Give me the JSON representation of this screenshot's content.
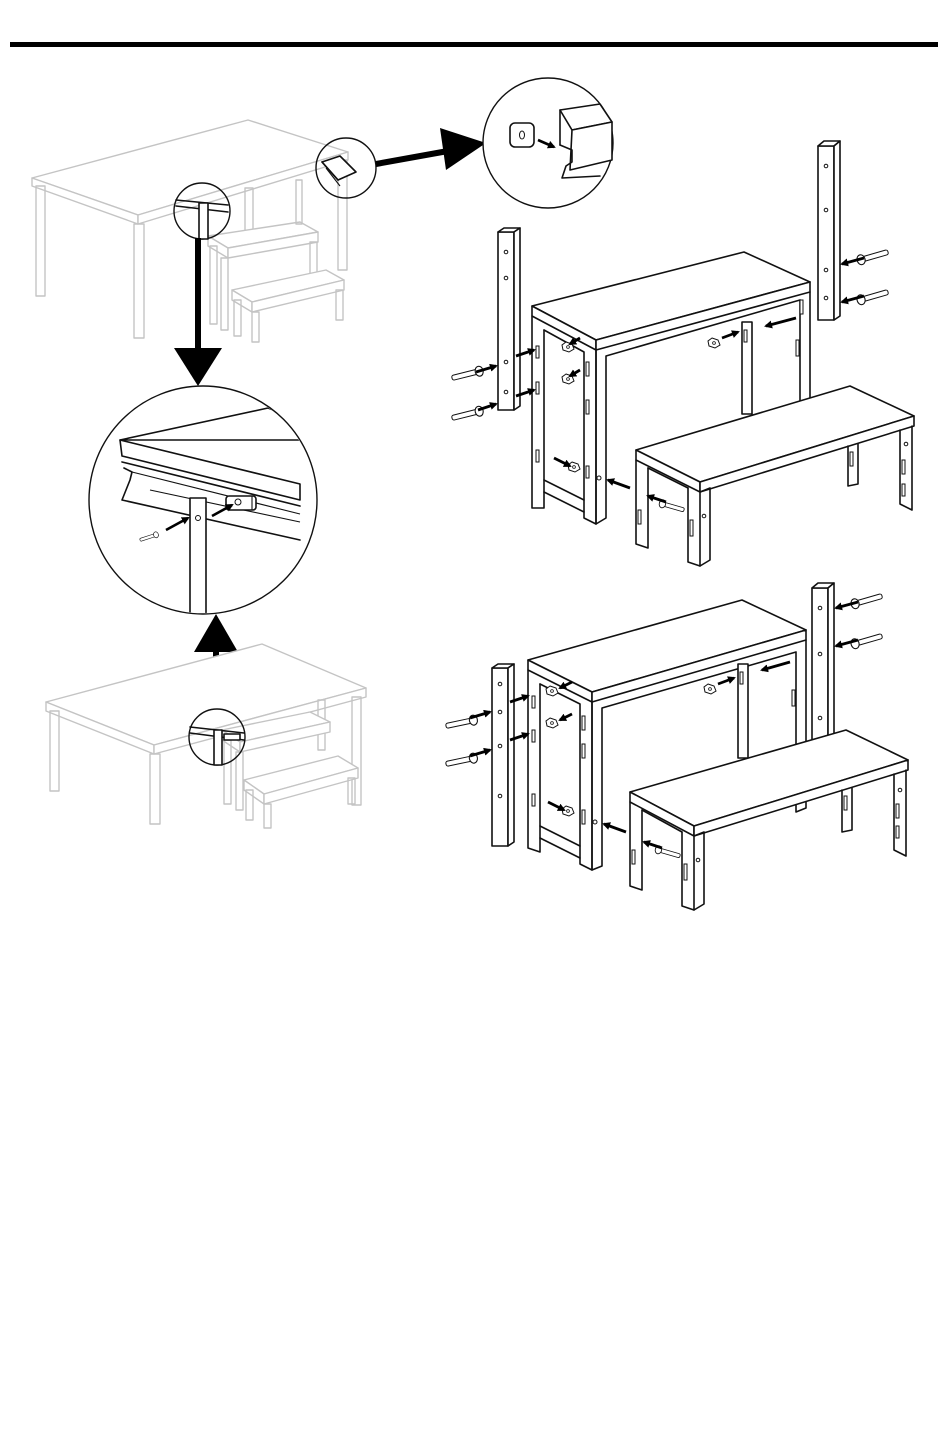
{
  "page": {
    "header_rule_color": "#000000",
    "ink_color": "#111111",
    "faded_color": "#c4c4c4"
  },
  "figures": [
    {
      "name": "faded-table-overview-top",
      "icon": "table-with-benches-outline"
    },
    {
      "name": "detail-circle-edge-insert",
      "icon": "magnifier-detail-icon"
    },
    {
      "name": "detail-circle-leg-bolt",
      "icon": "magnifier-detail-icon"
    },
    {
      "name": "faded-table-overview-bottom",
      "icon": "table-with-benches-outline"
    },
    {
      "name": "exploded-assembly-upper",
      "icon": "table-bench-exploded-icon"
    },
    {
      "name": "exploded-assembly-lower",
      "icon": "table-bench-exploded-icon"
    }
  ],
  "arrows": [
    {
      "name": "callout-arrow-right",
      "direction": "right"
    },
    {
      "name": "callout-arrow-down",
      "direction": "down"
    },
    {
      "name": "callout-arrow-up",
      "direction": "up"
    }
  ]
}
